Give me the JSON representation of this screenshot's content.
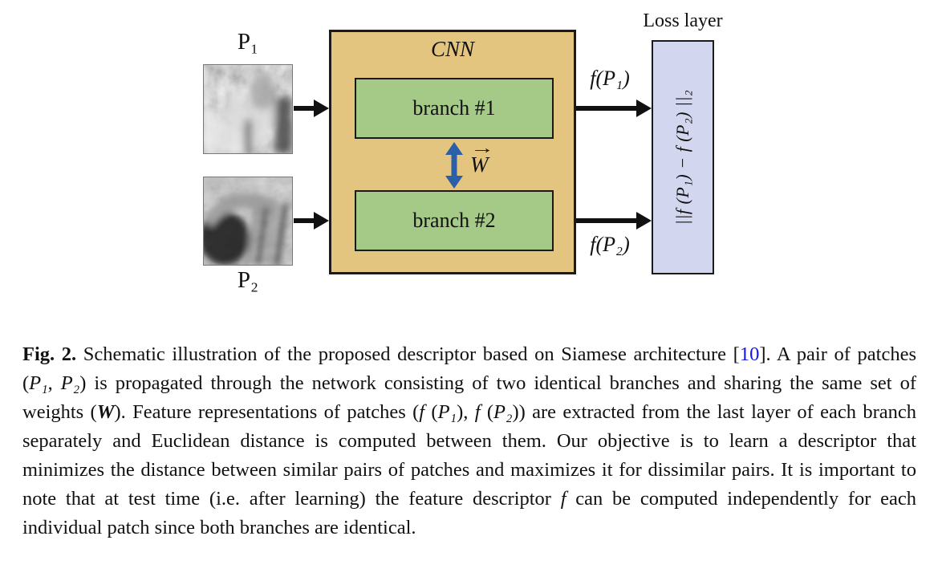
{
  "figure": {
    "patches": {
      "p1_label": "P₁",
      "p2_label": "P₂"
    },
    "cnn": {
      "title": "CNN",
      "branch1_label": "branch #1",
      "branch2_label": "branch #2",
      "weights_label": "W",
      "weights_arrow_glyph": "→"
    },
    "outputs": {
      "f_p1_label": "f(P₁)",
      "f_p2_label": "f(P₂)"
    },
    "loss": {
      "title": "Loss layer",
      "expression": "||f (P₁) − f (P₂) ||₂"
    },
    "colors": {
      "cnn_box": "#E3C57F",
      "branch_box": "#A5C986",
      "loss_box": "#D3D6EF",
      "weights_arrow": "#2B5FA7",
      "citation_link": "#1414EE"
    }
  },
  "caption": {
    "segments": [
      {
        "t": "Fig. 2.",
        "s": "b"
      },
      {
        "t": " Schematic illustration of the proposed descriptor based on Siamese architecture [",
        "s": ""
      },
      {
        "t": "10",
        "s": "a"
      },
      {
        "t": "]. A pair of patches (",
        "s": ""
      },
      {
        "t": "P₁",
        "s": "i"
      },
      {
        "t": ", ",
        "s": ""
      },
      {
        "t": "P₂",
        "s": "i"
      },
      {
        "t": ") is propagated through the network consisting of two identical branches and sharing the same set of weights (",
        "s": ""
      },
      {
        "t": "W",
        "s": "bi"
      },
      {
        "t": "). Feature representations of patches (",
        "s": ""
      },
      {
        "t": "f",
        "s": "i"
      },
      {
        "t": " (",
        "s": ""
      },
      {
        "t": "P₁",
        "s": "i"
      },
      {
        "t": "), ",
        "s": ""
      },
      {
        "t": "f",
        "s": "i"
      },
      {
        "t": " (",
        "s": ""
      },
      {
        "t": "P₂",
        "s": "i"
      },
      {
        "t": ")) are extracted from the last layer of each branch separately and Euclidean distance is computed between them. Our objective is to learn a descriptor that minimizes the distance between similar pairs of patches and maximizes it for dissimilar pairs. It is important to note that at test time (i.e. after learning) the feature descriptor ",
        "s": ""
      },
      {
        "t": "f",
        "s": "i"
      },
      {
        "t": " can be computed independently for each individual patch since both branches are identical.",
        "s": ""
      }
    ]
  }
}
